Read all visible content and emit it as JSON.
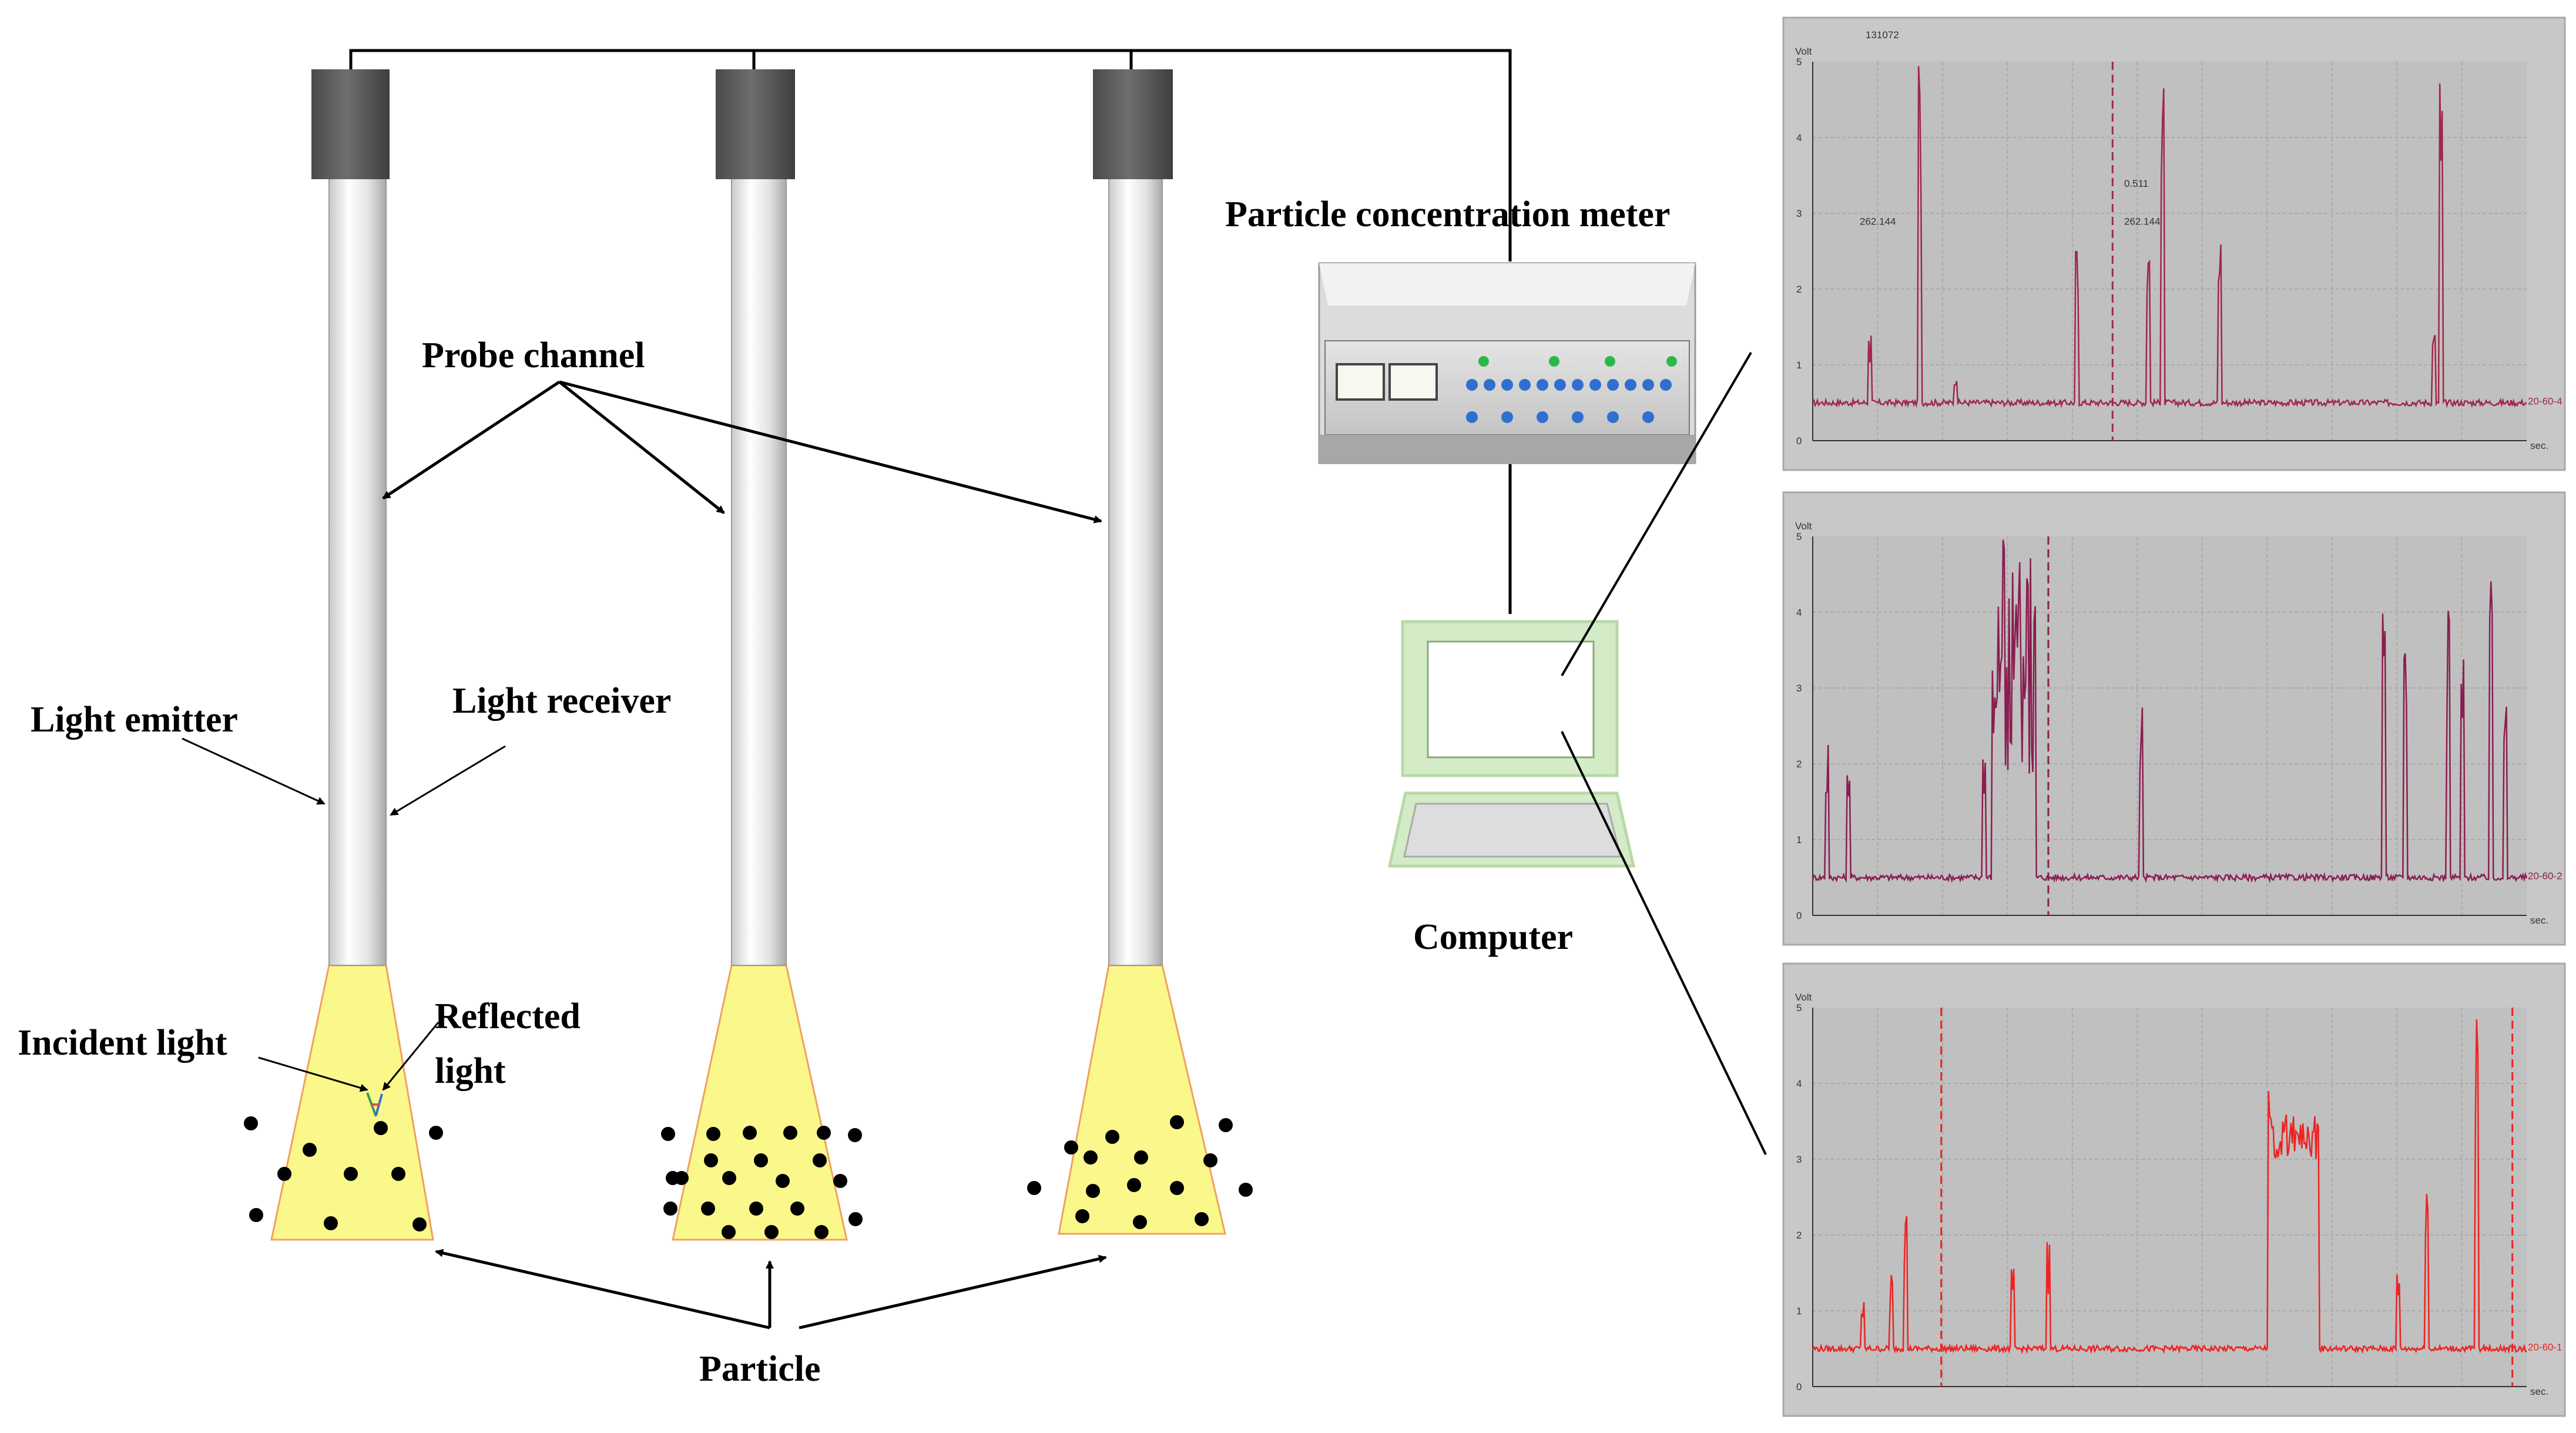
{
  "labels": {
    "probe_channel": "Probe channel",
    "light_emitter": "Light emitter",
    "light_receiver": "Light receiver",
    "incident_light": "Incident light",
    "reflected_light_1": "Reflected",
    "reflected_light_2": "light",
    "particle": "Particle",
    "meter": "Particle concentration meter",
    "computer": "Computer"
  },
  "panels": [
    {
      "volt": "Volt",
      "sec": "sec.",
      "header": "131072",
      "annotations": [
        "262.144",
        "0.511",
        "262.144"
      ],
      "channel": "20-60-4",
      "yticks": [
        "0",
        "1",
        "2",
        "3",
        "4",
        "5"
      ],
      "color": "#a0284a"
    },
    {
      "volt": "Volt",
      "sec": "sec.",
      "header": "",
      "annotations": [],
      "channel": "20-60-2",
      "yticks": [
        "0",
        "1",
        "2",
        "3",
        "4",
        "5"
      ],
      "color": "#8a1e50"
    },
    {
      "volt": "Volt",
      "sec": "sec.",
      "header": "",
      "annotations": [],
      "channel": "20-60-1",
      "yticks": [
        "0",
        "1",
        "2",
        "3",
        "4",
        "5"
      ],
      "color": "#ee2222"
    }
  ],
  "colors": {
    "cap": "#5a5a5a",
    "beam": "#faf88a",
    "beam_edge": "#f0a060",
    "panel": "#c8c8c8",
    "monitor": "#d4ebc8"
  }
}
